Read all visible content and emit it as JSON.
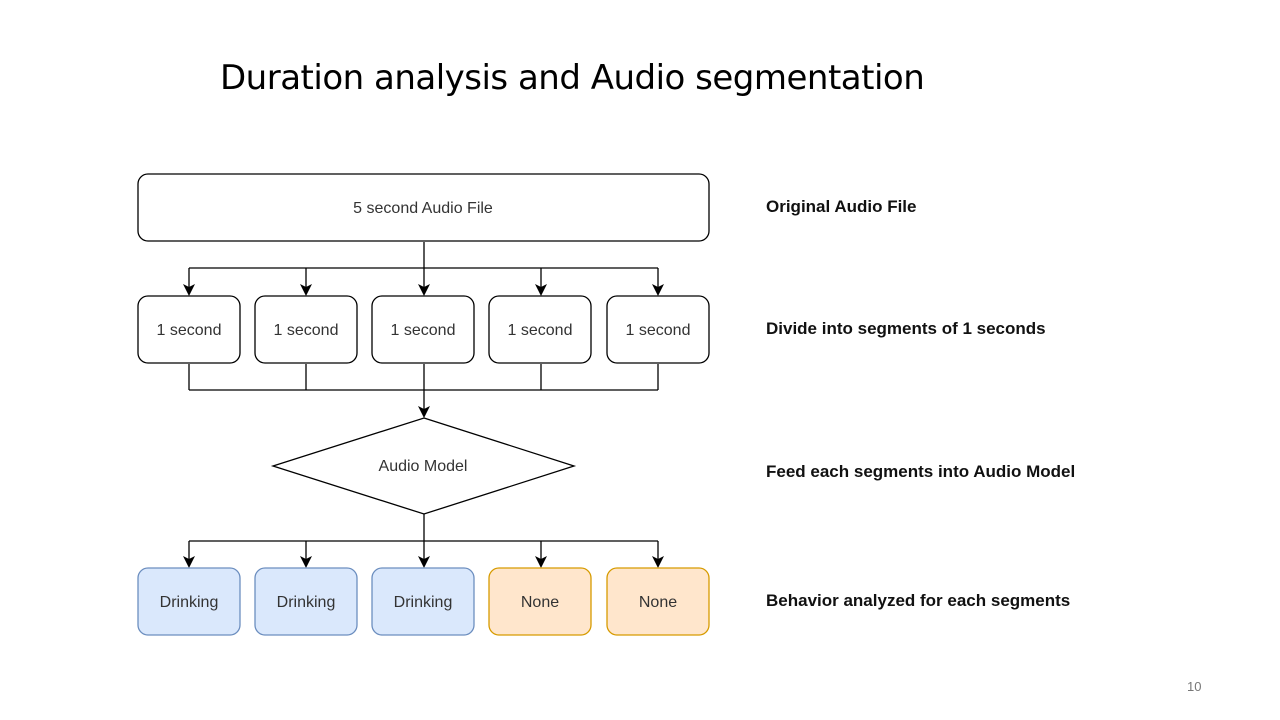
{
  "title": "Duration analysis and Audio segmentation",
  "page_number": "10",
  "diagram": {
    "source": {
      "label": "5 second Audio File"
    },
    "segments": [
      {
        "label": "1 second"
      },
      {
        "label": "1 second"
      },
      {
        "label": "1 second"
      },
      {
        "label": "1 second"
      },
      {
        "label": "1 second"
      }
    ],
    "model": {
      "label": "Audio Model"
    },
    "results": [
      {
        "label": "Drinking",
        "status": "detected"
      },
      {
        "label": "Drinking",
        "status": "detected"
      },
      {
        "label": "Drinking",
        "status": "detected"
      },
      {
        "label": "None",
        "status": "none"
      },
      {
        "label": "None",
        "status": "none"
      }
    ]
  },
  "step_labels": [
    "Original Audio File",
    "Divide into segments of 1 seconds",
    "Feed each segments into Audio Model",
    "Behavior analyzed for each segments"
  ],
  "colors": {
    "detected_fill": "#dae8fc",
    "detected_stroke": "#6c8ebf",
    "none_fill": "#ffe6cc",
    "none_stroke": "#d79b00"
  }
}
